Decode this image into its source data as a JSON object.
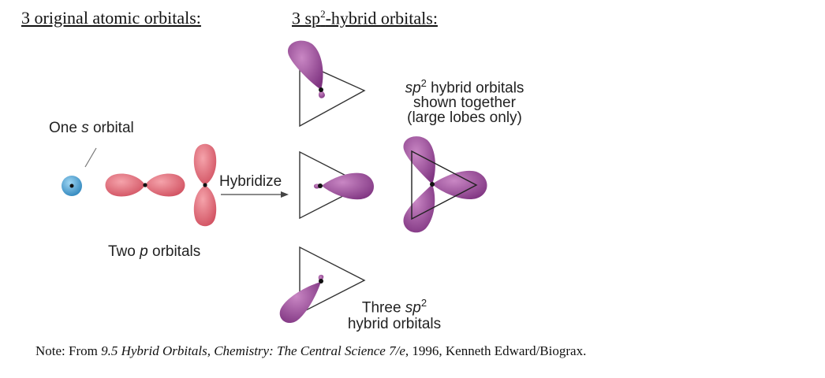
{
  "headings": {
    "left": "3 original atomic orbitals:",
    "right_prefix": "3 sp",
    "right_sup": "2",
    "right_suffix": "-hybrid orbitals:"
  },
  "labels": {
    "one_s_prefix": "One",
    "one_s_italic": "s",
    "one_s_suffix": "orbital",
    "two_p_prefix": "Two",
    "two_p_italic": "p",
    "two_p_suffix": "orbitals",
    "hybridize": "Hybridize",
    "together_sp": "sp",
    "together_sup": "2",
    "together_line1_rest": " hybrid orbitals",
    "together_line2": "shown together",
    "together_line3": "(large lobes only)",
    "three_line1_prefix": "Three ",
    "three_sp": "sp",
    "three_sup": "2",
    "three_line2": "hybrid orbitals"
  },
  "note": {
    "prefix": "Note: From ",
    "italic": "9.5 Hybrid Orbitals, Chemistry: The Central Science 7/e",
    "suffix": ", 1996, Kenneth Edward/Biograx."
  },
  "colors": {
    "s_orbital": "#4aa3d6",
    "p_orbital": "#e46a78",
    "hybrid_orbital": "#9b4a98",
    "outline": "#333333"
  }
}
